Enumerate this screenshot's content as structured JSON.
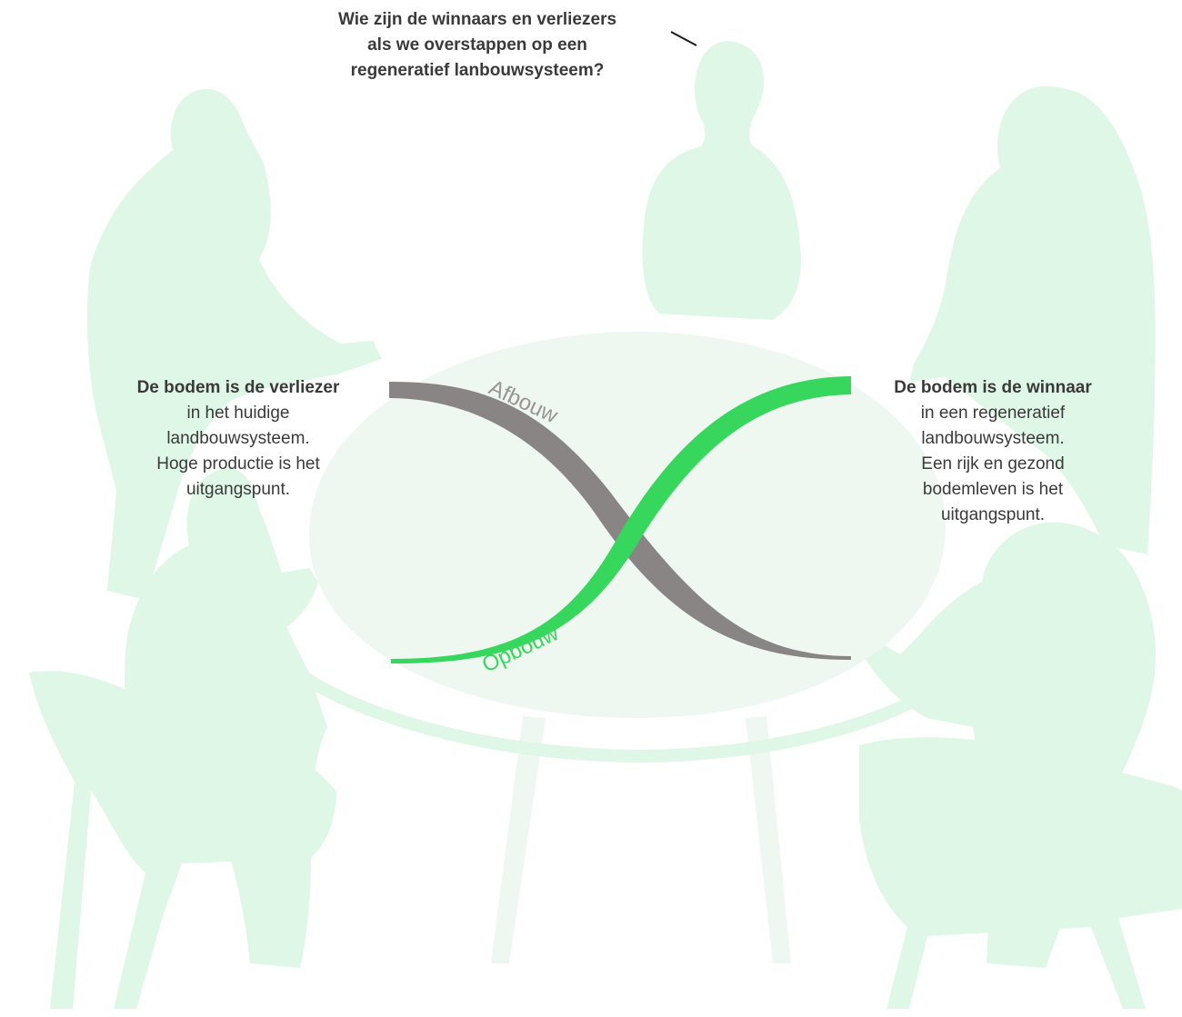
{
  "question": {
    "line1": "Wie zijn de winnaars en verliezers",
    "line2": "als we overstappen op een",
    "line3": "regeneratief lanbouwsysteem?"
  },
  "left_caption": {
    "title": "De bodem is de verliezer",
    "body_lines": [
      "in het huidige",
      "landbouwsysteem.",
      "Hoge productie is het",
      "uitgangspunt."
    ]
  },
  "right_caption": {
    "title": "De bodem is de winnaar",
    "body_lines": [
      "in een regeneratief",
      "landbouwsysteem.",
      "Een rijk en gezond",
      "bodemleven is het",
      "uitgangspunt."
    ]
  },
  "curves": {
    "decline_label": "Afbouw",
    "rise_label": "Opbouw",
    "decline_color": "#8a8585",
    "rise_color": "#37d65c"
  },
  "colors": {
    "silhouette": "#dff7e6",
    "table": "#eef8f1",
    "text": "#3a3a3a",
    "background": "#ffffff"
  }
}
